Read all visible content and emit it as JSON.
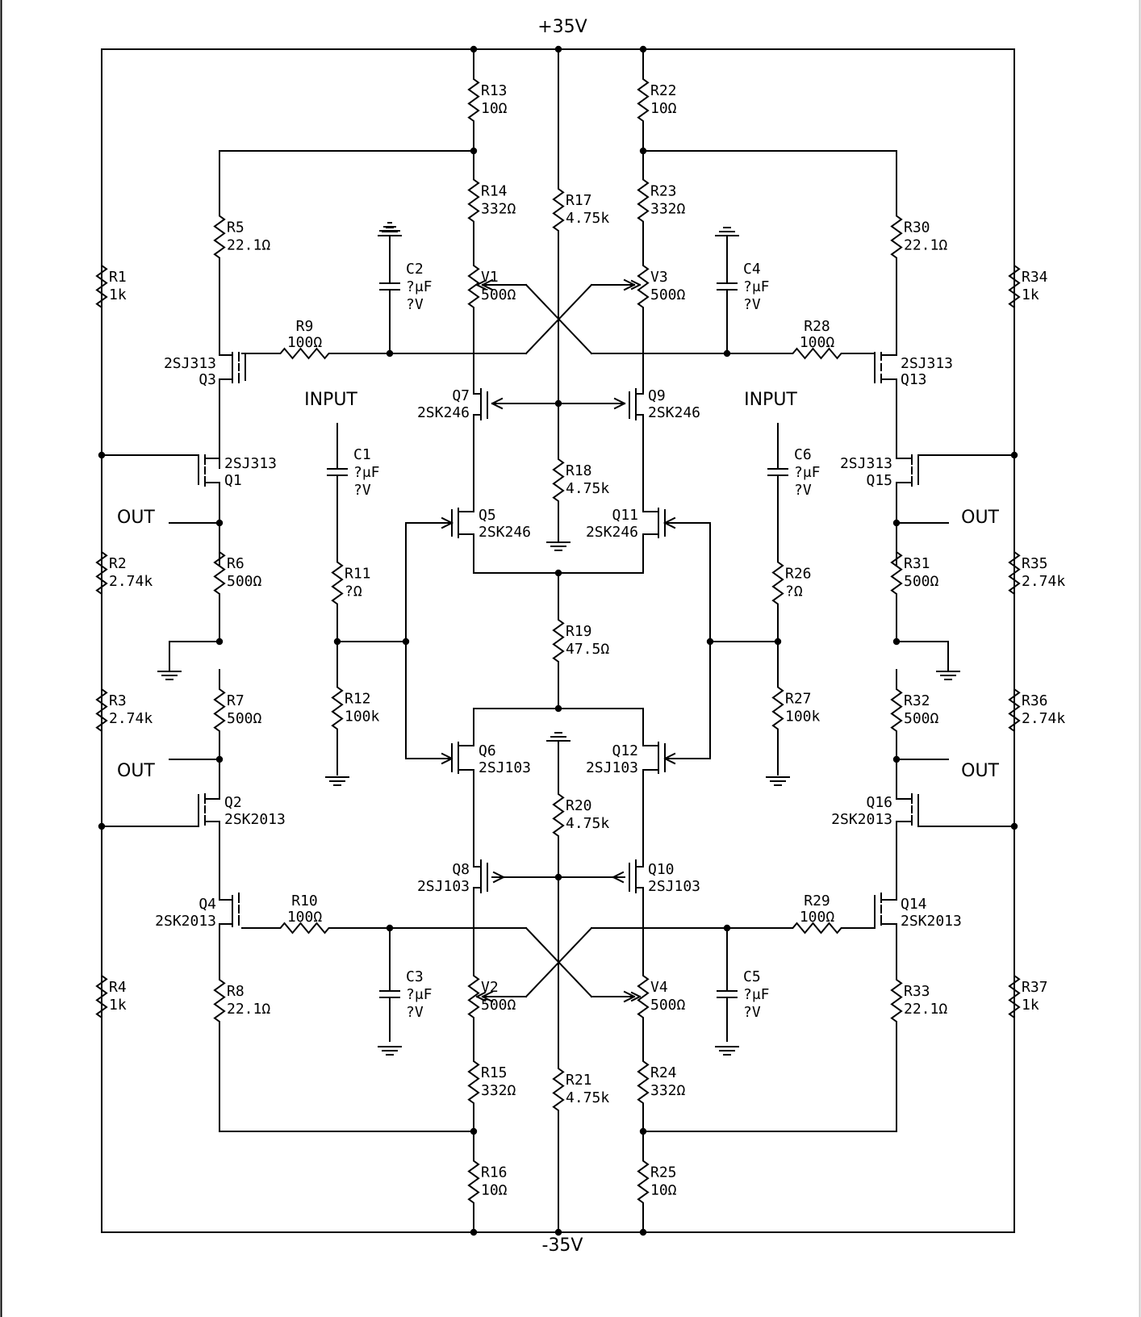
{
  "supply": {
    "positive": "+35V",
    "negative": "-35V"
  },
  "ports": {
    "input": "INPUT",
    "output": "OUT"
  },
  "resistors": [
    {
      "id": "R1",
      "value": "1k"
    },
    {
      "id": "R2",
      "value": "2.74k"
    },
    {
      "id": "R3",
      "value": "2.74k"
    },
    {
      "id": "R4",
      "value": "1k"
    },
    {
      "id": "R5",
      "value": "22.1Ω"
    },
    {
      "id": "R6",
      "value": "500Ω"
    },
    {
      "id": "R7",
      "value": "500Ω"
    },
    {
      "id": "R8",
      "value": "22.1Ω"
    },
    {
      "id": "R9",
      "value": "100Ω"
    },
    {
      "id": "R10",
      "value": "100Ω"
    },
    {
      "id": "R11",
      "value": "?Ω"
    },
    {
      "id": "R12",
      "value": "100k"
    },
    {
      "id": "R13",
      "value": "10Ω"
    },
    {
      "id": "R14",
      "value": "332Ω"
    },
    {
      "id": "R15",
      "value": "332Ω"
    },
    {
      "id": "R16",
      "value": "10Ω"
    },
    {
      "id": "R17",
      "value": "4.75k"
    },
    {
      "id": "R18",
      "value": "4.75k"
    },
    {
      "id": "R19",
      "value": "47.5Ω"
    },
    {
      "id": "R20",
      "value": "4.75k"
    },
    {
      "id": "R21",
      "value": "4.75k"
    },
    {
      "id": "R22",
      "value": "10Ω"
    },
    {
      "id": "R23",
      "value": "332Ω"
    },
    {
      "id": "R24",
      "value": "332Ω"
    },
    {
      "id": "R25",
      "value": "10Ω"
    },
    {
      "id": "R26",
      "value": "?Ω"
    },
    {
      "id": "R27",
      "value": "100k"
    },
    {
      "id": "R28",
      "value": "100Ω"
    },
    {
      "id": "R29",
      "value": "100Ω"
    },
    {
      "id": "R30",
      "value": "22.1Ω"
    },
    {
      "id": "R31",
      "value": "500Ω"
    },
    {
      "id": "R32",
      "value": "500Ω"
    },
    {
      "id": "R33",
      "value": "22.1Ω"
    },
    {
      "id": "R34",
      "value": "1k"
    },
    {
      "id": "R35",
      "value": "2.74k"
    },
    {
      "id": "R36",
      "value": "2.74k"
    },
    {
      "id": "R37",
      "value": "1k"
    }
  ],
  "potentiometers": [
    {
      "id": "V1",
      "value": "500Ω"
    },
    {
      "id": "V2",
      "value": "500Ω"
    },
    {
      "id": "V3",
      "value": "500Ω"
    },
    {
      "id": "V4",
      "value": "500Ω"
    }
  ],
  "capacitors": [
    {
      "id": "C1",
      "value": "?μF",
      "voltage": "?V"
    },
    {
      "id": "C2",
      "value": "?μF",
      "voltage": "?V"
    },
    {
      "id": "C3",
      "value": "?μF",
      "voltage": "?V"
    },
    {
      "id": "C4",
      "value": "?μF",
      "voltage": "?V"
    },
    {
      "id": "C5",
      "value": "?μF",
      "voltage": "?V"
    },
    {
      "id": "C6",
      "value": "?μF",
      "voltage": "?V"
    }
  ],
  "transistors": [
    {
      "id": "Q1",
      "part": "2SJ313"
    },
    {
      "id": "Q2",
      "part": "2SK2013"
    },
    {
      "id": "Q3",
      "part": "2SJ313"
    },
    {
      "id": "Q4",
      "part": "2SK2013"
    },
    {
      "id": "Q5",
      "part": "2SK246"
    },
    {
      "id": "Q6",
      "part": "2SJ103"
    },
    {
      "id": "Q7",
      "part": "2SK246"
    },
    {
      "id": "Q8",
      "part": "2SJ103"
    },
    {
      "id": "Q9",
      "part": "2SK246"
    },
    {
      "id": "Q10",
      "part": "2SJ103"
    },
    {
      "id": "Q11",
      "part": "2SK246"
    },
    {
      "id": "Q12",
      "part": "2SJ103"
    },
    {
      "id": "Q13",
      "part": "2SJ313"
    },
    {
      "id": "Q14",
      "part": "2SK2013"
    },
    {
      "id": "Q15",
      "part": "2SJ313"
    },
    {
      "id": "Q16",
      "part": "2SK2013"
    }
  ]
}
